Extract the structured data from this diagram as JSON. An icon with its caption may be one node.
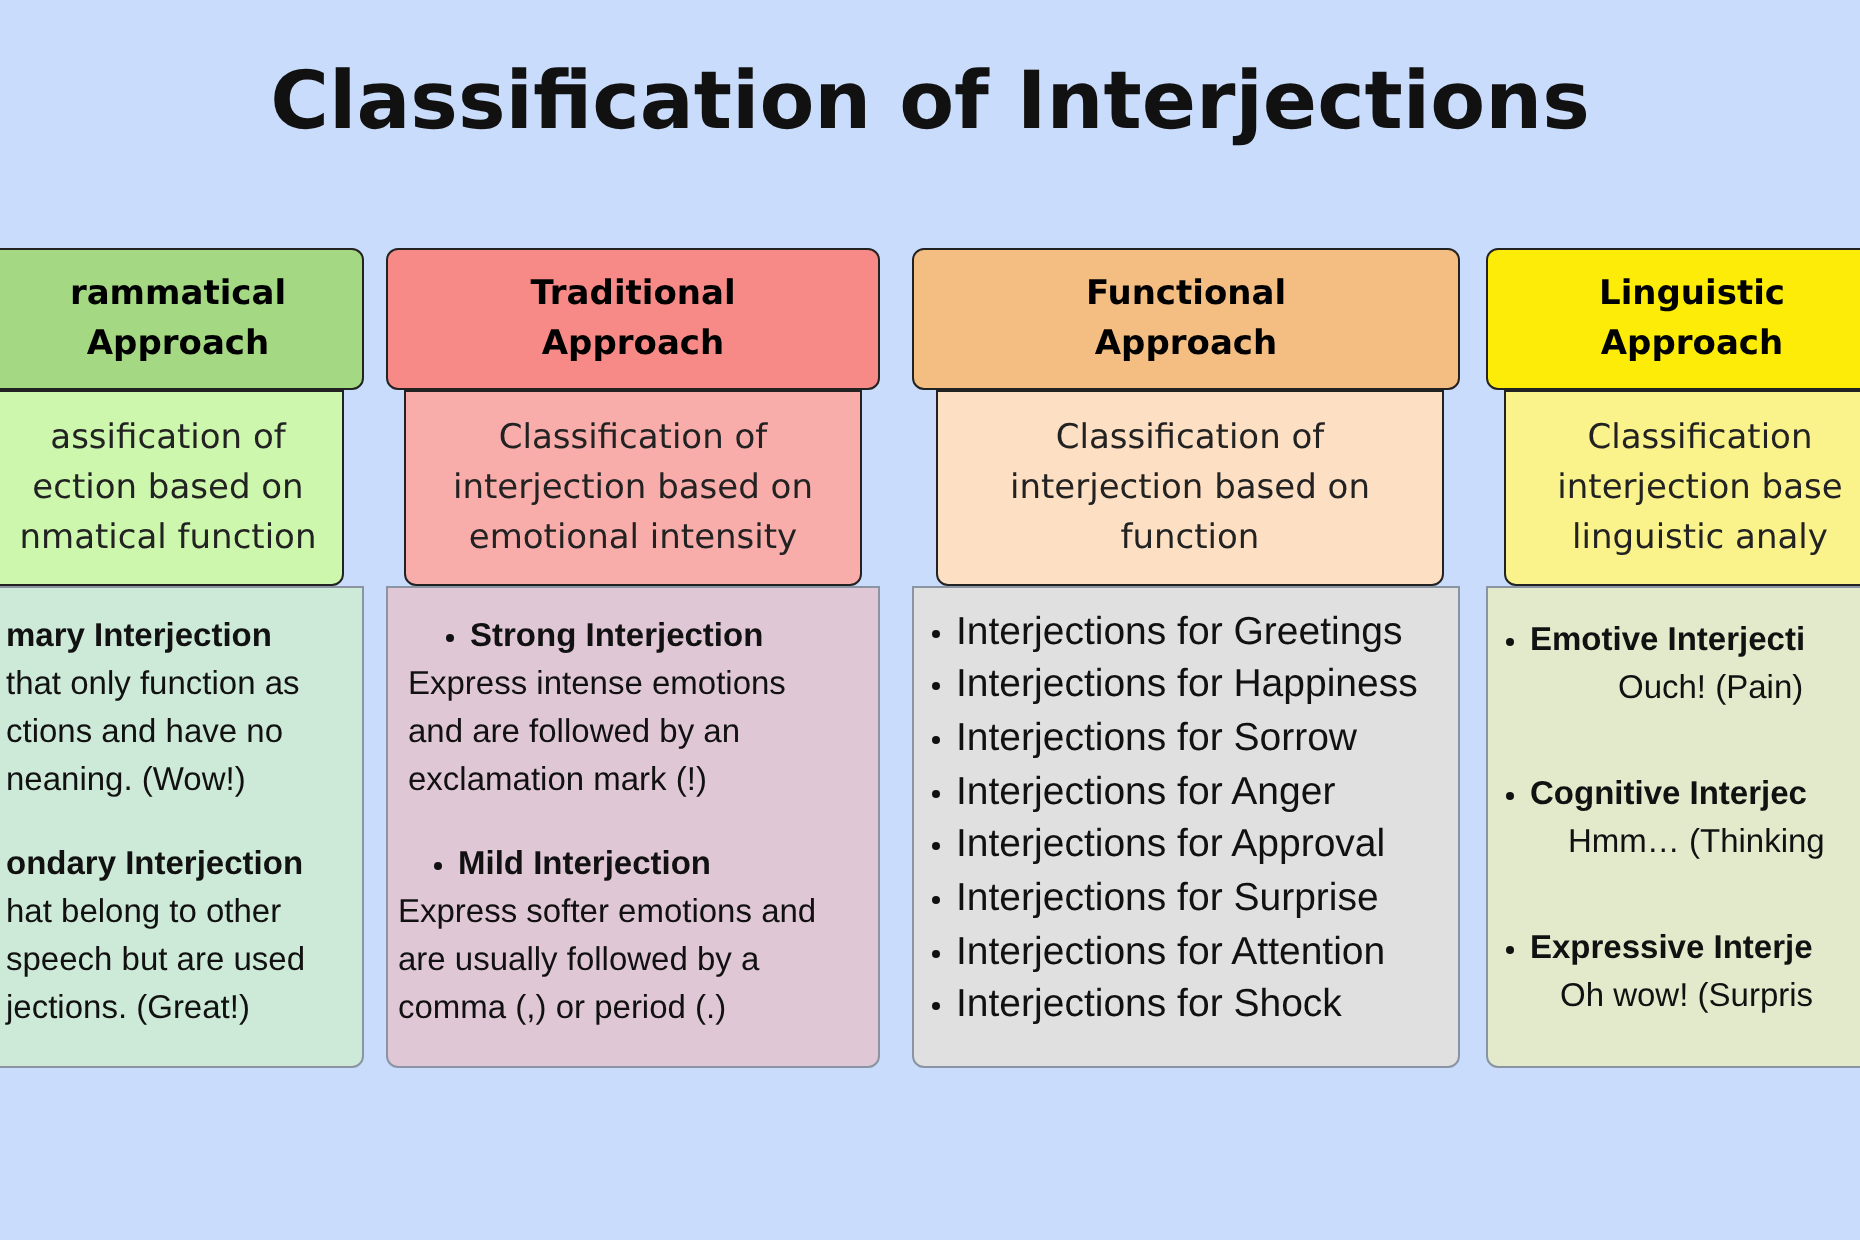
{
  "diagram": {
    "title": "Classification of Interjections",
    "nodes": [
      {
        "text": [
          "rammatical Approach"
        ]
      },
      {
        "text": [
          "assification of ection based on nmatical function"
        ]
      },
      {
        "text": [
          "mary Interjection",
          "that only function as ctions and have no neaning. (Wow!)",
          "ondary Interjection",
          "hat belong to other speech but are used jections. (Great!)"
        ]
      },
      {
        "text": [
          "Traditional Approach"
        ]
      },
      {
        "text": [
          "Classification of interjection based on emotional intensity"
        ]
      },
      {
        "text": [
          "Strong Interjection",
          "Express intense emotions and are followed by an exclamation mark (!)",
          "Mild Interjection",
          "Express softer emotions and are usually followed by a comma (,) or period (.)"
        ]
      },
      {
        "text": [
          "Functional Approach"
        ]
      },
      {
        "text": [
          "Classification of interjection based on function"
        ]
      },
      {
        "text": [
          "Interjections for Greetings",
          "Interjections for Happiness",
          "Interjections for Sorrow",
          "Interjections for Anger",
          "Interjections for Approval",
          "Interjections for Surprise",
          "Interjections for Attention",
          "Interjections for Shock"
        ]
      },
      {
        "text": [
          "Linguistic Approach"
        ]
      },
      {
        "text": [
          "Classification interjection base linguistic analy"
        ]
      },
      {
        "text": [
          "Emotive Interjecti",
          "Ouch! (Pain)",
          "Cognitive Interjec",
          "Hmm… (Thinking",
          "Expressive Interje",
          "Oh wow! (Surpris"
        ]
      }
    ]
  }
}
